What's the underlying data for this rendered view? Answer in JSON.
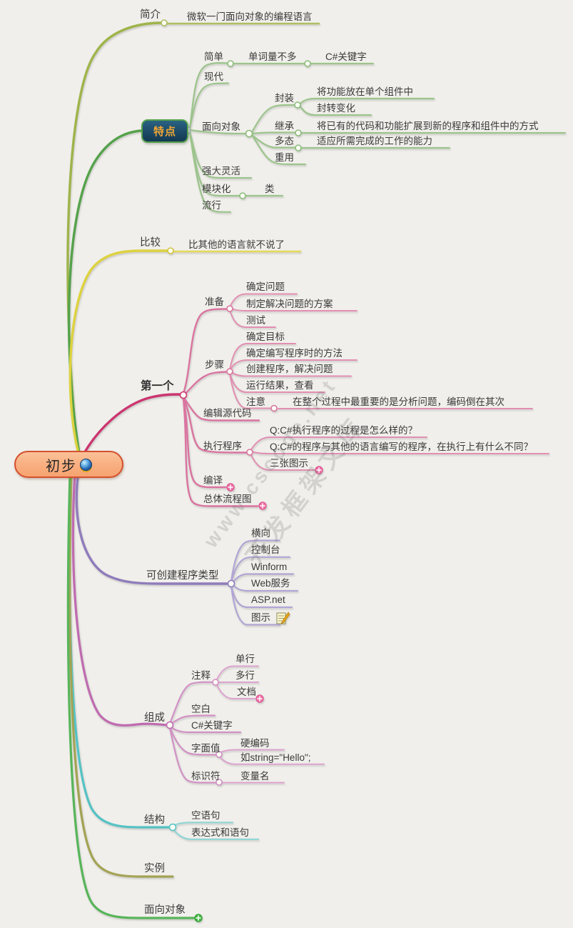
{
  "app": {
    "background": "#f0efeb"
  },
  "watermark": {
    "line1": "www.cscode.net",
    "line2": "开发框架文库"
  },
  "root": {
    "label": "初步",
    "icon": "globe-icon"
  },
  "colors": {
    "root_fill": "#f9b183",
    "root_border": "#d4502e",
    "features_box_fill": "#1c4a66",
    "features_box_text": "#f2a633",
    "intro": "#9eb44a",
    "features": "#55a24b",
    "compare": "#ddd23f",
    "first": "#cb3570",
    "types": "#8f7cbb",
    "compose": "#bf6bb0",
    "structure": "#54c2c4",
    "example": "#a3a355",
    "oop_bottom": "#57b559",
    "plus_marker": "#ee6fa6",
    "plus_marker_green": "#46b946"
  },
  "branches": {
    "intro": {
      "label": "简介",
      "desc": "微软一门面向对象的编程语言"
    },
    "features": {
      "label": "特点",
      "simple": {
        "label": "简单",
        "vocab": "单词量不多",
        "keyword": "C#关键字"
      },
      "modern": {
        "label": "现代"
      },
      "oop": {
        "label": "面向对象",
        "encapsulation": {
          "label": "封装",
          "d1": "将功能放在单个组件中",
          "d2": "封转变化"
        },
        "inherit": {
          "label": "继承",
          "desc": "将已有的代码和功能扩展到新的程序和组件中的方式"
        },
        "poly": {
          "label": "多态",
          "desc": "适应所需完成的工作的能力"
        },
        "reuse": {
          "label": "重用"
        }
      },
      "flexible": {
        "label": "强大灵活"
      },
      "modular": {
        "label": "模块化",
        "desc": "类"
      },
      "popular": {
        "label": "流行"
      }
    },
    "compare": {
      "label": "比较",
      "desc": "比其他的语言就不说了"
    },
    "first": {
      "label": "第一个",
      "prepare": {
        "label": "准备",
        "items": [
          "确定问题",
          "制定解决问题的方案",
          "测试"
        ]
      },
      "steps": {
        "label": "步骤",
        "items": [
          "确定目标",
          "确定编写程序时的方法",
          "创建程序，解决问题",
          "运行结果，查看"
        ],
        "note": {
          "label": "注意",
          "desc": "在整个过程中最重要的是分析问题，编码倒在其次"
        }
      },
      "edit": {
        "label": "编辑源代码"
      },
      "exec": {
        "label": "执行程序",
        "q1": "Q:C#执行程序的过程是怎么样的？",
        "q2": "Q:C#的程序与其他的语言编写的程序，在执行上有什么不同？",
        "pics": "三张图示"
      },
      "compile": {
        "label": "编译"
      },
      "flow": {
        "label": "总体流程图"
      }
    },
    "types": {
      "label": "可创建程序类型",
      "items": [
        "横向",
        "控制台",
        "Winform",
        "Web服务",
        "ASP.net",
        "图示"
      ]
    },
    "compose": {
      "label": "组成",
      "comment": {
        "label": "注释",
        "items": [
          "单行",
          "多行",
          "文档"
        ]
      },
      "blank": {
        "label": "空白"
      },
      "keyword": {
        "label": "C#关键字"
      },
      "literal": {
        "label": "字面值",
        "d1": "硬编码",
        "d2": "如string=\"Hello\";"
      },
      "identifier": {
        "label": "标识符",
        "desc": "变量名"
      }
    },
    "structure": {
      "label": "结构",
      "items": [
        "空语句",
        "表达式和语句"
      ]
    },
    "example": {
      "label": "实例"
    },
    "oop_bottom": {
      "label": "面向对象"
    }
  }
}
